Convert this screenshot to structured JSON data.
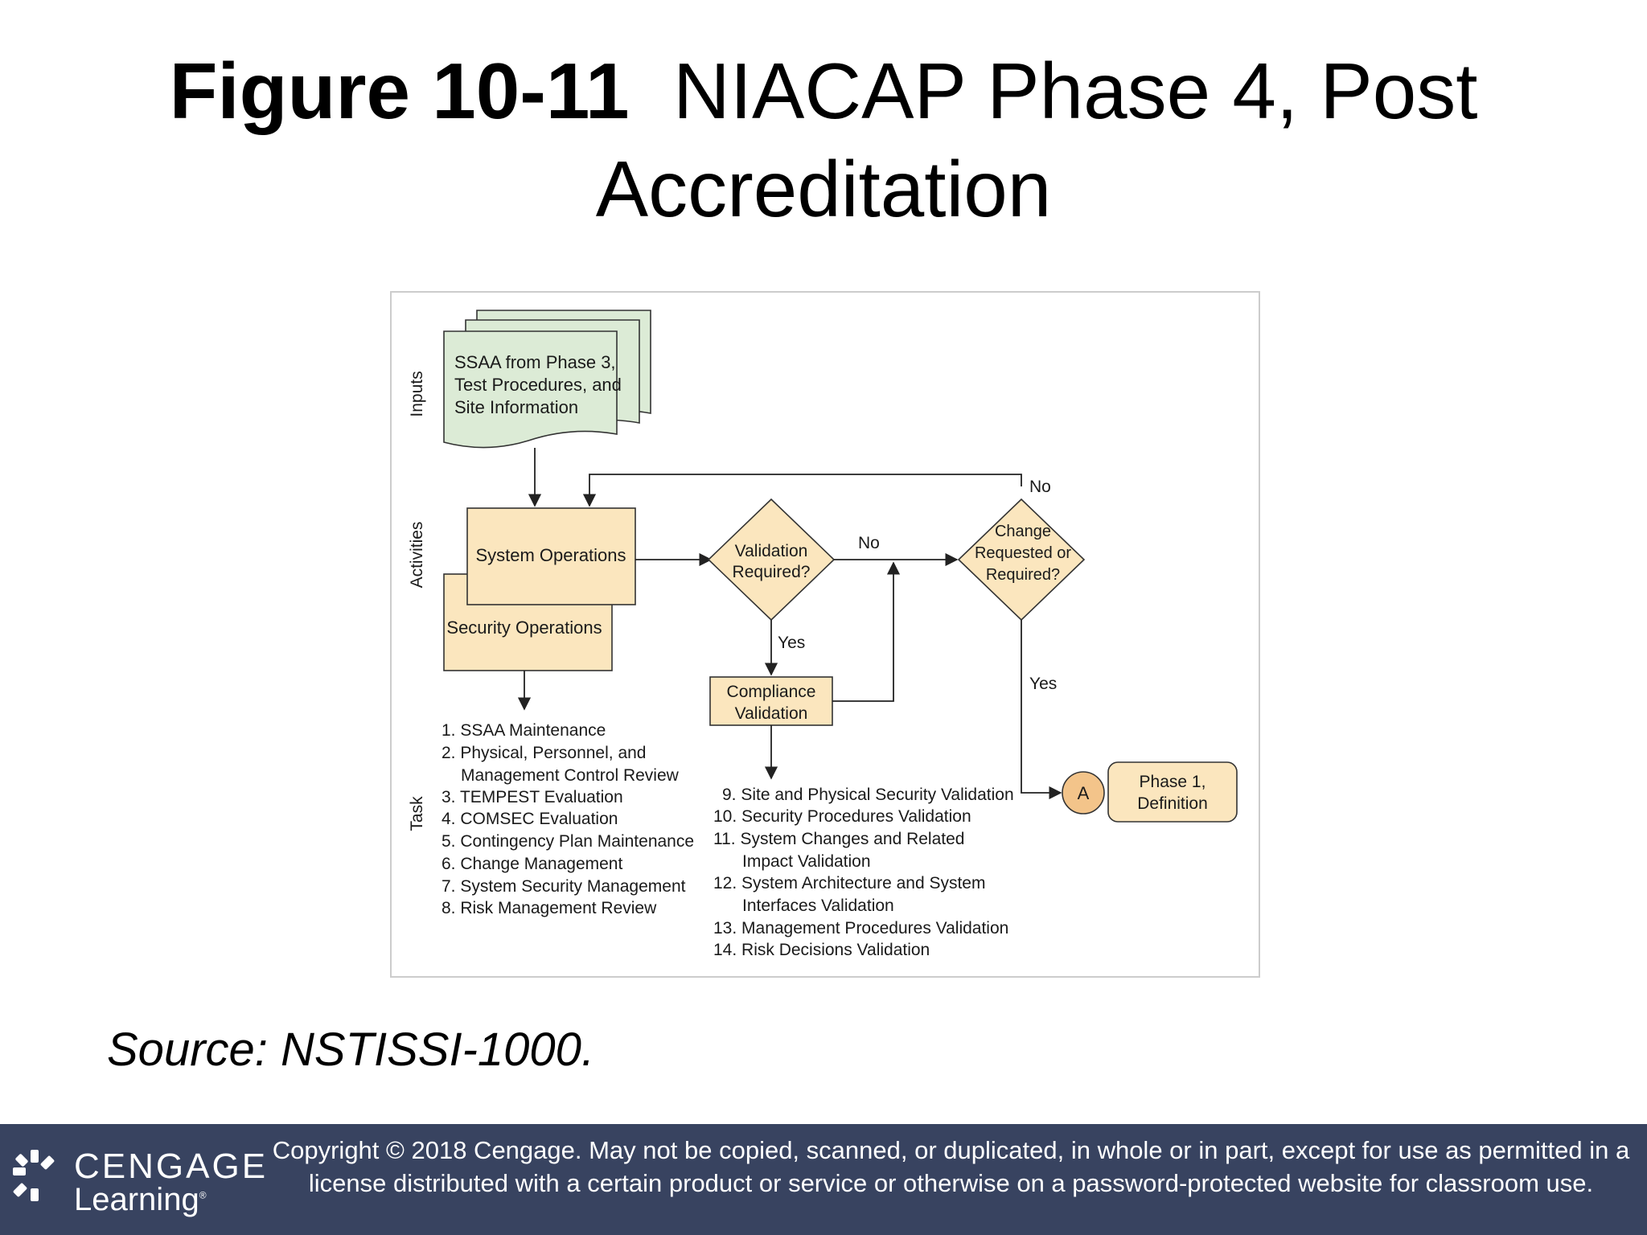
{
  "title": {
    "figure_label": "Figure 10-11",
    "text_line1": "NIACAP Phase 4, Post",
    "text_line2": "Accreditation"
  },
  "diagram": {
    "lanes": {
      "inputs": "Inputs",
      "activities": "Activities",
      "task": "Task"
    },
    "input_doc": [
      "SSAA from Phase 3,",
      "Test Procedures, and",
      "Site Information"
    ],
    "system_operations": "System Operations",
    "security_operations": "Security Operations",
    "validation_required": [
      "Validation",
      "Required?"
    ],
    "change_required": [
      "Change",
      "Requested or",
      "Required?"
    ],
    "compliance_validation": [
      "Compliance",
      "Validation"
    ],
    "connector": "A",
    "phase1": [
      "Phase 1,",
      "Definition"
    ],
    "labels": {
      "no_top": "No",
      "no_mid": "No",
      "yes_mid": "Yes",
      "yes_right": "Yes"
    },
    "tasks_left": [
      "1. SSAA Maintenance",
      "2. Physical, Personnel, and",
      "Management Control Review",
      "3. TEMPEST Evaluation",
      "4. COMSEC Evaluation",
      "5. Contingency Plan Maintenance",
      "6. Change Management",
      "7. System Security Management",
      "8. Risk Management Review"
    ],
    "tasks_right": [
      "9. Site and Physical Security Validation",
      "10. Security Procedures Validation",
      "11. System Changes and Related",
      "Impact Validation",
      "12. System Architecture and System",
      "Interfaces Validation",
      "13. Management Procedures Validation",
      "14. Risk Decisions Validation"
    ],
    "colors": {
      "input_fill": "#dcebd6",
      "box_fill": "#fbe6be",
      "connector_fill": "#f3c48a",
      "border": "#cccccc"
    }
  },
  "source": "Source: NSTISSI-1000.",
  "footer": {
    "logo_top": "CENGAGE",
    "logo_bottom": "Learning",
    "copyright": "Copyright © 2018 Cengage. May not be copied, scanned, or duplicated, in whole or in part, except for use as permitted in a license distributed with a certain product or service or otherwise on a password-protected website for classroom use."
  }
}
